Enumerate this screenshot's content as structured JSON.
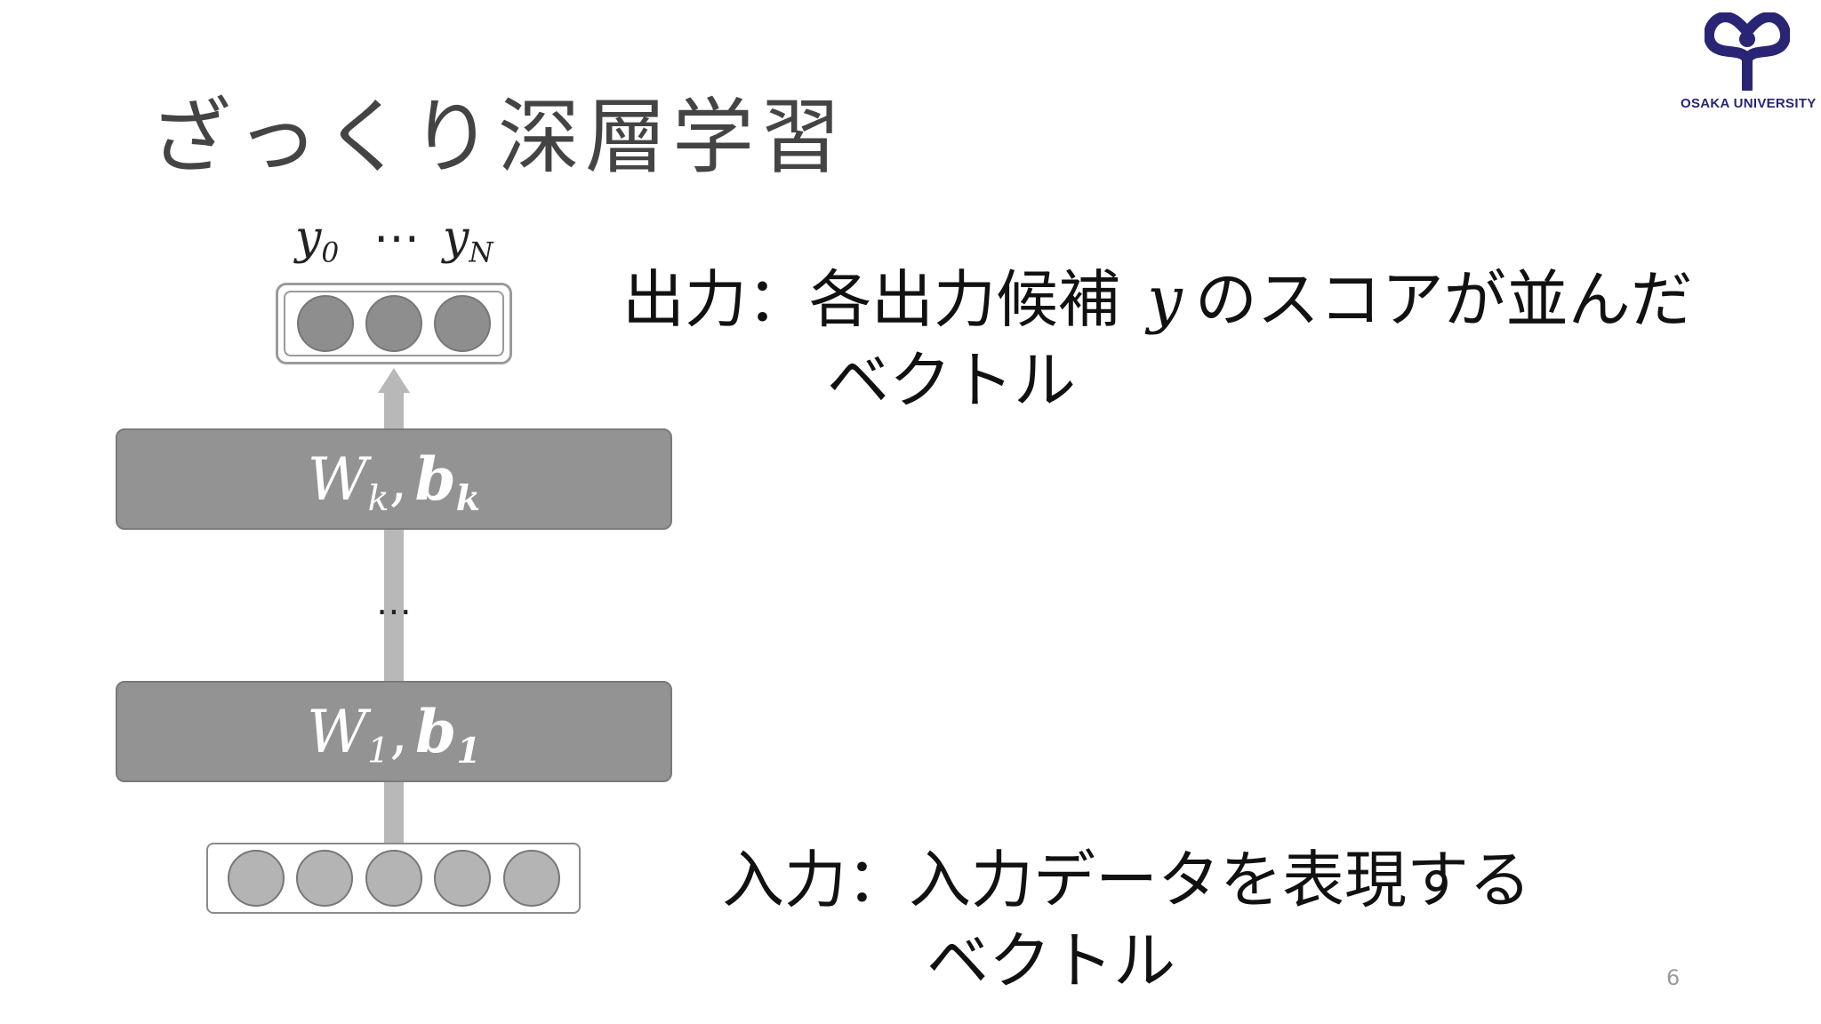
{
  "slide": {
    "title": "ざっくり深層学習",
    "page_number": "6"
  },
  "logo": {
    "text": "OSAKA UNIVERSITY",
    "color": "#2a2474"
  },
  "diagram": {
    "output_labels": {
      "first": "y",
      "first_sub": "0",
      "ellipsis": "⋯",
      "last": "y",
      "last_sub": "N"
    },
    "layer_top": {
      "w": "W",
      "w_sub": "k",
      "sep": ",",
      "b": "b",
      "b_sub": "k"
    },
    "middle_ellipsis": "⋯",
    "layer_bottom": {
      "w": "W",
      "w_sub": "1",
      "sep": ",",
      "b": "b",
      "b_sub": "1"
    },
    "output_node_count": 3,
    "input_node_count": 5,
    "colors": {
      "layer": "#939393",
      "output_node": "#8e8e8e",
      "input_node": "#b4b4b4",
      "arrow": "#b8b8b8"
    }
  },
  "captions": {
    "output": {
      "prefix": "出力：各出力候補",
      "symbol": "y",
      "suffix": "のスコアが並んだ",
      "line2": "ベクトル"
    },
    "input": {
      "line1": "入力：入力データを表現する",
      "line2": "ベクトル"
    }
  }
}
